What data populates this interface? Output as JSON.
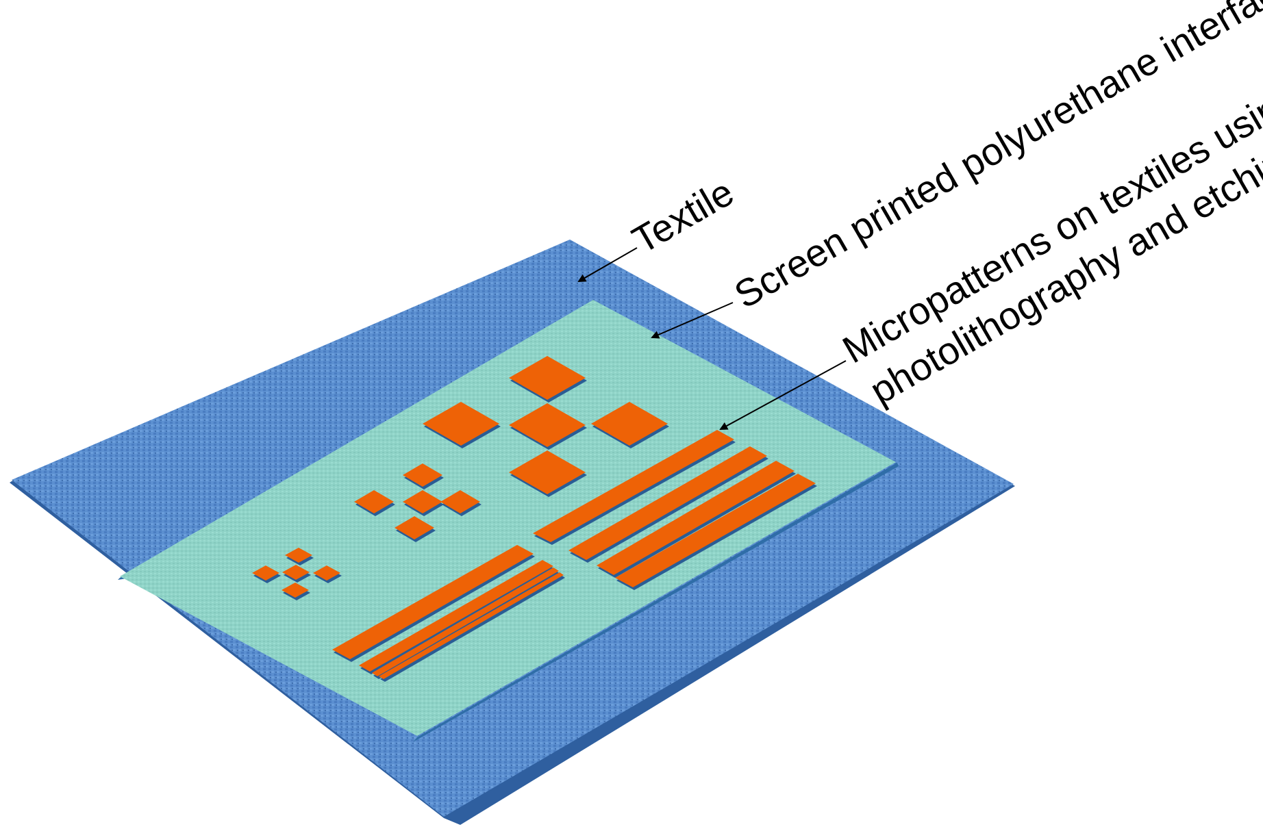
{
  "diagram": {
    "labels": {
      "textile": "Textile",
      "interface": "Screen printed polyurethane interface",
      "micropatterns_line1": "Micropatterns on textiles using",
      "micropatterns_line2": "photolithography and etching"
    }
  },
  "colors": {
    "textile": "#5b8fd0",
    "textile_dark": "#2f5f9f",
    "interface": "#8fd3c7",
    "interface_edge": "#2f6da8",
    "pattern": "#ee6206",
    "pattern_edge": "#2a5d95",
    "arrow": "#000000"
  }
}
